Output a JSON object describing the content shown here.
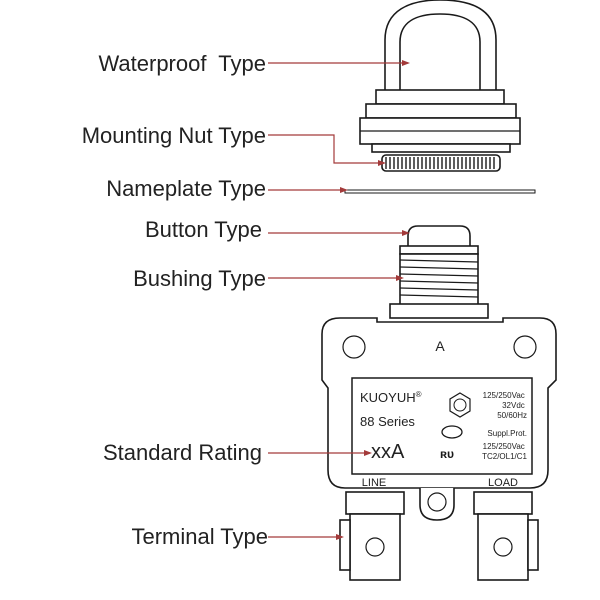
{
  "callouts": {
    "waterproof": "Waterproof  Type",
    "mounting_nut": "Mounting Nut Type",
    "nameplate": "Nameplate Type",
    "button": "Button Type",
    "bushing": "Bushing Type",
    "standard_rating": "Standard Rating",
    "terminal": "Terminal Type"
  },
  "body_label": "A",
  "nameplate": {
    "brand": "KUOYUH",
    "brand_mark": "®",
    "series": "88 Series",
    "rating": "xxA",
    "spec_lines": [
      "125/250Vac",
      "32Vdc",
      "50/60Hz"
    ],
    "suppl": "Suppl.Prot.",
    "spec_lines_2": [
      "125/250Vac",
      "TC2/OL1/C1"
    ]
  },
  "terminals": {
    "line": "LINE",
    "load": "LOAD"
  },
  "colors": {
    "leader_line": "#a33a3a",
    "outline": "#1a1a1a"
  }
}
